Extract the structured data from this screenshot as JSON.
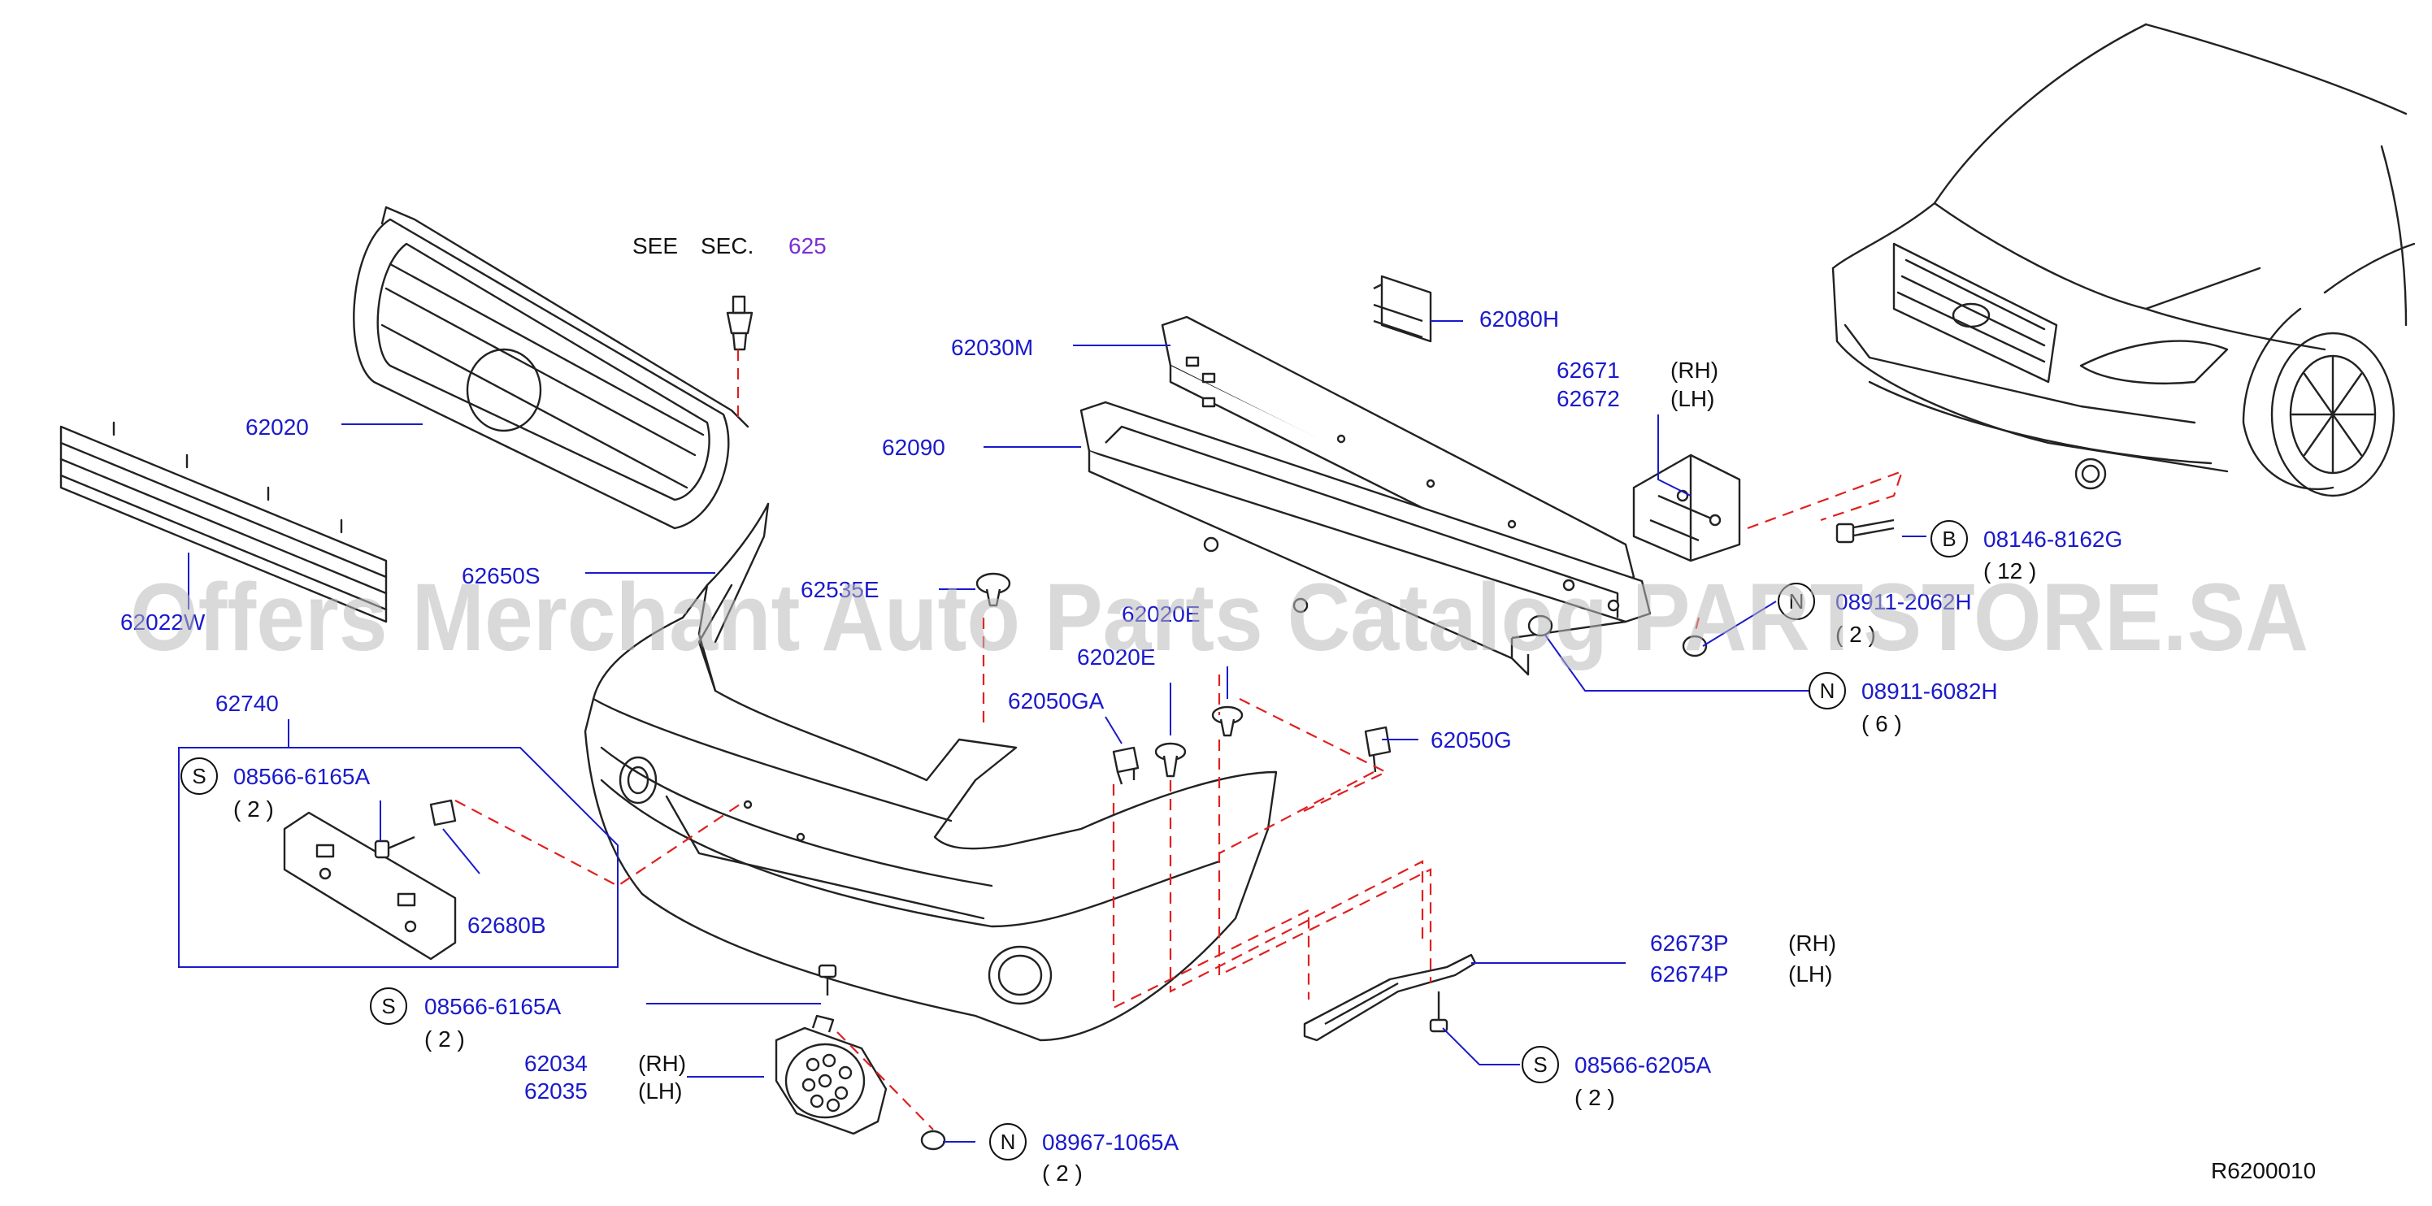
{
  "see_section": {
    "see": "SEE",
    "sec": "SEC.",
    "ref": "625"
  },
  "parts": {
    "p62020": "62020",
    "p62022w": "62022W",
    "p62030m": "62030M",
    "p62090": "62090",
    "p62080h": "62080H",
    "p62671": "62671",
    "p62672": "62672",
    "rh1": "(RH)",
    "lh1": "(LH)",
    "p08146": "08146-8162G",
    "q12": "( 12 )",
    "p62650s": "62650S",
    "p62535e": "62535E",
    "p62020e_a": "62020E",
    "p62020e_b": "62020E",
    "p08911a": "08911-2062H",
    "q2a": "( 2 )",
    "p08911b": "08911-6082H",
    "q6": "( 6 )",
    "p62740": "62740",
    "p08566a": "08566-6165A",
    "q2b": "( 2 )",
    "p62050ga": "62050GA",
    "p62050g": "62050G",
    "p62680b": "62680B",
    "p62673p": "62673P",
    "p62674p": "62674P",
    "rh2": "(RH)",
    "lh2": "(LH)",
    "p08566b": "08566-6165A",
    "q2c": "( 2 )",
    "p08566c": "08566-6205A",
    "q2d": "( 2 )",
    "p62034": "62034",
    "p62035": "62035",
    "rh3": "(RH)",
    "lh3": "(LH)",
    "p08967": "08967-1065A",
    "q2e": "( 2 )"
  },
  "markers": {
    "b": "B",
    "n1": "N",
    "n2": "N",
    "n3": "N",
    "s1": "S",
    "s2": "S",
    "s3": "S"
  },
  "watermark": "Offers Merchant Auto Parts Catalog PARTSTORE.SA",
  "diagram_code": "R6200010"
}
